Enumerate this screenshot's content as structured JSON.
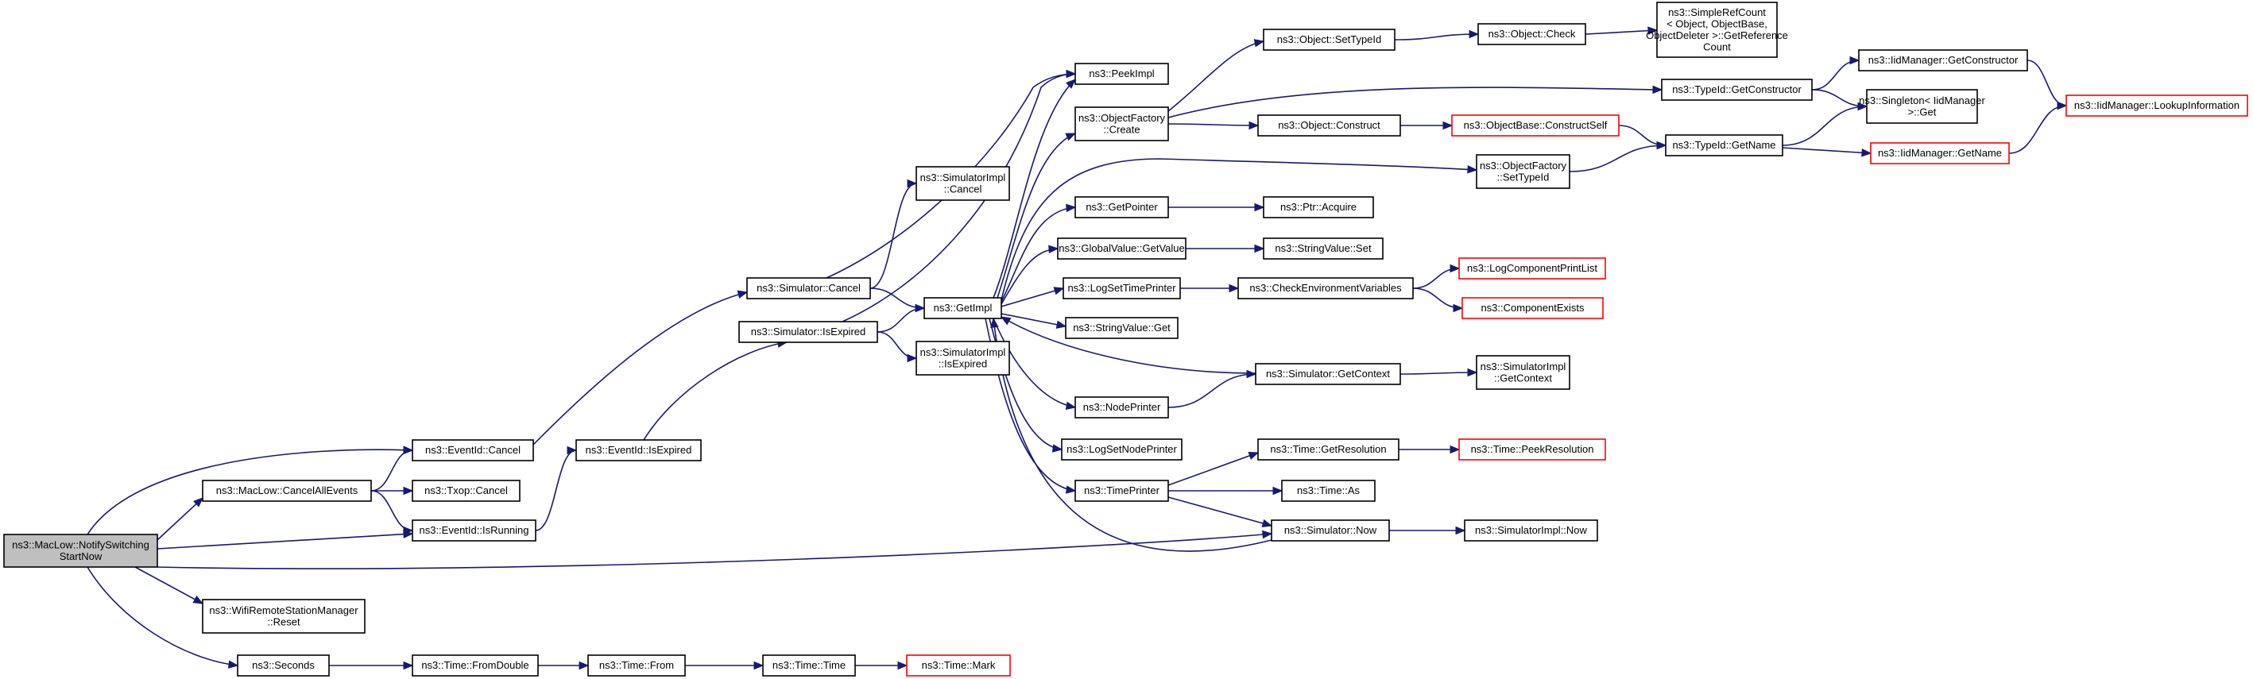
{
  "colors": {
    "edge": "#191970",
    "node_border": "#000000",
    "node_border_truncated": "#ff0000",
    "root_fill": "#bfbfbf",
    "node_fill": "#ffffff"
  },
  "nodes": [
    {
      "id": "root",
      "lines": [
        "ns3::MacLow::NotifySwitching",
        "StartNow"
      ],
      "style": "root"
    },
    {
      "id": "eventid_cancel",
      "lines": [
        "ns3::EventId::Cancel"
      ],
      "style": "normal"
    },
    {
      "id": "maclow_cancelall",
      "lines": [
        "ns3::MacLow::CancelAllEvents"
      ],
      "style": "normal"
    },
    {
      "id": "txop_cancel",
      "lines": [
        "ns3::Txop::Cancel"
      ],
      "style": "normal"
    },
    {
      "id": "eventid_isrunning",
      "lines": [
        "ns3::EventId::IsRunning"
      ],
      "style": "normal"
    },
    {
      "id": "eventid_isexpired",
      "lines": [
        "ns3::EventId::IsExpired"
      ],
      "style": "normal"
    },
    {
      "id": "wifi_reset",
      "lines": [
        "ns3::WifiRemoteStationManager",
        "::Reset"
      ],
      "style": "normal"
    },
    {
      "id": "seconds",
      "lines": [
        "ns3::Seconds"
      ],
      "style": "normal"
    },
    {
      "id": "time_fromdouble",
      "lines": [
        "ns3::Time::FromDouble"
      ],
      "style": "normal"
    },
    {
      "id": "time_from",
      "lines": [
        "ns3::Time::From"
      ],
      "style": "normal"
    },
    {
      "id": "time_time",
      "lines": [
        "ns3::Time::Time"
      ],
      "style": "normal"
    },
    {
      "id": "time_mark",
      "lines": [
        "ns3::Time::Mark"
      ],
      "style": "truncated"
    },
    {
      "id": "sim_cancel",
      "lines": [
        "ns3::Simulator::Cancel"
      ],
      "style": "normal"
    },
    {
      "id": "sim_isexpired",
      "lines": [
        "ns3::Simulator::IsExpired"
      ],
      "style": "normal"
    },
    {
      "id": "simimpl_cancel",
      "lines": [
        "ns3::SimulatorImpl",
        "::Cancel"
      ],
      "style": "normal"
    },
    {
      "id": "simimpl_isexpired",
      "lines": [
        "ns3::SimulatorImpl",
        "::IsExpired"
      ],
      "style": "normal"
    },
    {
      "id": "getimpl",
      "lines": [
        "ns3::GetImpl"
      ],
      "style": "normal"
    },
    {
      "id": "peekimpl",
      "lines": [
        "ns3::PeekImpl"
      ],
      "style": "normal"
    },
    {
      "id": "objfactory_create",
      "lines": [
        "ns3::ObjectFactory",
        "::Create"
      ],
      "style": "normal"
    },
    {
      "id": "getpointer",
      "lines": [
        "ns3::GetPointer"
      ],
      "style": "normal"
    },
    {
      "id": "globalvalue_getvalue",
      "lines": [
        "ns3::GlobalValue::GetValue"
      ],
      "style": "normal"
    },
    {
      "id": "logsettimeprinter",
      "lines": [
        "ns3::LogSetTimePrinter"
      ],
      "style": "normal"
    },
    {
      "id": "stringvalue_get",
      "lines": [
        "ns3::StringValue::Get"
      ],
      "style": "normal"
    },
    {
      "id": "nodeprinter",
      "lines": [
        "ns3::NodePrinter"
      ],
      "style": "normal"
    },
    {
      "id": "logsetnodeprinter",
      "lines": [
        "ns3::LogSetNodePrinter"
      ],
      "style": "normal"
    },
    {
      "id": "timeprinter",
      "lines": [
        "ns3::TimePrinter"
      ],
      "style": "normal"
    },
    {
      "id": "object_settypeid",
      "lines": [
        "ns3::Object::SetTypeId"
      ],
      "style": "normal"
    },
    {
      "id": "object_construct",
      "lines": [
        "ns3::Object::Construct"
      ],
      "style": "normal"
    },
    {
      "id": "objfactory_settypeid",
      "lines": [
        "ns3::ObjectFactory",
        "::SetTypeId"
      ],
      "style": "normal"
    },
    {
      "id": "ptr_acquire",
      "lines": [
        "ns3::Ptr::Acquire"
      ],
      "style": "normal"
    },
    {
      "id": "stringvalue_set",
      "lines": [
        "ns3::StringValue::Set"
      ],
      "style": "normal"
    },
    {
      "id": "checkenv",
      "lines": [
        "ns3::CheckEnvironmentVariables"
      ],
      "style": "normal"
    },
    {
      "id": "sim_getcontext",
      "lines": [
        "ns3::Simulator::GetContext"
      ],
      "style": "normal"
    },
    {
      "id": "time_getresolution",
      "lines": [
        "ns3::Time::GetResolution"
      ],
      "style": "normal"
    },
    {
      "id": "time_as",
      "lines": [
        "ns3::Time::As"
      ],
      "style": "normal"
    },
    {
      "id": "sim_now",
      "lines": [
        "ns3::Simulator::Now"
      ],
      "style": "normal"
    },
    {
      "id": "object_check",
      "lines": [
        "ns3::Object::Check"
      ],
      "style": "normal"
    },
    {
      "id": "objectbase_constructself",
      "lines": [
        "ns3::ObjectBase::ConstructSelf"
      ],
      "style": "truncated"
    },
    {
      "id": "logcomponentprintlist",
      "lines": [
        "ns3::LogComponentPrintList"
      ],
      "style": "truncated"
    },
    {
      "id": "componentexists",
      "lines": [
        "ns3::ComponentExists"
      ],
      "style": "truncated"
    },
    {
      "id": "simimpl_getcontext",
      "lines": [
        "ns3::SimulatorImpl",
        "::GetContext"
      ],
      "style": "normal"
    },
    {
      "id": "time_peekresolution",
      "lines": [
        "ns3::Time::PeekResolution"
      ],
      "style": "truncated"
    },
    {
      "id": "simimpl_now",
      "lines": [
        "ns3::SimulatorImpl::Now"
      ],
      "style": "normal"
    },
    {
      "id": "simplerefcount",
      "lines": [
        "ns3::SimpleRefCount",
        "< Object, ObjectBase,",
        " ObjectDeleter >::GetReference",
        "Count"
      ],
      "style": "normal"
    },
    {
      "id": "typeid_getconstructor",
      "lines": [
        "ns3::TypeId::GetConstructor"
      ],
      "style": "normal"
    },
    {
      "id": "typeid_getname",
      "lines": [
        "ns3::TypeId::GetName"
      ],
      "style": "normal"
    },
    {
      "id": "iidmanager_getconstructor",
      "lines": [
        "ns3::IidManager::GetConstructor"
      ],
      "style": "normal"
    },
    {
      "id": "singleton_get",
      "lines": [
        "ns3::Singleton< IidManager",
        " >::Get"
      ],
      "style": "normal"
    },
    {
      "id": "iidmanager_getname",
      "lines": [
        "ns3::IidManager::GetName"
      ],
      "style": "truncated"
    },
    {
      "id": "iidmanager_lookupinfo",
      "lines": [
        "ns3::IidManager::LookupInformation"
      ],
      "style": "truncated"
    }
  ],
  "edges": [
    [
      "root",
      "eventid_cancel"
    ],
    [
      "root",
      "maclow_cancelall"
    ],
    [
      "root",
      "eventid_isrunning"
    ],
    [
      "root",
      "sim_now"
    ],
    [
      "root",
      "wifi_reset"
    ],
    [
      "root",
      "seconds"
    ],
    [
      "maclow_cancelall",
      "eventid_cancel"
    ],
    [
      "maclow_cancelall",
      "txop_cancel"
    ],
    [
      "maclow_cancelall",
      "eventid_isrunning"
    ],
    [
      "eventid_cancel",
      "sim_cancel"
    ],
    [
      "eventid_isrunning",
      "eventid_isexpired"
    ],
    [
      "eventid_isexpired",
      "sim_isexpired"
    ],
    [
      "seconds",
      "time_fromdouble"
    ],
    [
      "time_fromdouble",
      "time_from"
    ],
    [
      "time_from",
      "time_time"
    ],
    [
      "time_time",
      "time_mark"
    ],
    [
      "sim_cancel",
      "simimpl_cancel"
    ],
    [
      "sim_cancel",
      "getimpl"
    ],
    [
      "sim_cancel",
      "peekimpl"
    ],
    [
      "sim_isexpired",
      "getimpl"
    ],
    [
      "sim_isexpired",
      "simimpl_isexpired"
    ],
    [
      "sim_isexpired",
      "peekimpl"
    ],
    [
      "getimpl",
      "peekimpl"
    ],
    [
      "getimpl",
      "objfactory_create"
    ],
    [
      "getimpl",
      "objfactory_settypeid"
    ],
    [
      "getimpl",
      "getpointer"
    ],
    [
      "getimpl",
      "globalvalue_getvalue"
    ],
    [
      "getimpl",
      "logsettimeprinter"
    ],
    [
      "getimpl",
      "stringvalue_get"
    ],
    [
      "getimpl",
      "nodeprinter"
    ],
    [
      "getimpl",
      "logsetnodeprinter"
    ],
    [
      "getimpl",
      "timeprinter"
    ],
    [
      "objfactory_create",
      "object_settypeid"
    ],
    [
      "objfactory_create",
      "object_construct"
    ],
    [
      "objfactory_create",
      "typeid_getconstructor"
    ],
    [
      "getpointer",
      "ptr_acquire"
    ],
    [
      "globalvalue_getvalue",
      "stringvalue_set"
    ],
    [
      "logsettimeprinter",
      "checkenv"
    ],
    [
      "nodeprinter",
      "sim_getcontext"
    ],
    [
      "timeprinter",
      "time_getresolution"
    ],
    [
      "timeprinter",
      "time_as"
    ],
    [
      "timeprinter",
      "sim_now"
    ],
    [
      "sim_getcontext",
      "getimpl"
    ],
    [
      "sim_getcontext",
      "simimpl_getcontext"
    ],
    [
      "sim_now",
      "getimpl"
    ],
    [
      "sim_now",
      "simimpl_now"
    ],
    [
      "object_settypeid",
      "object_check"
    ],
    [
      "object_check",
      "simplerefcount"
    ],
    [
      "object_construct",
      "objectbase_constructself"
    ],
    [
      "objectbase_constructself",
      "typeid_getname"
    ],
    [
      "objfactory_settypeid",
      "typeid_getname"
    ],
    [
      "checkenv",
      "logcomponentprintlist"
    ],
    [
      "checkenv",
      "componentexists"
    ],
    [
      "time_getresolution",
      "time_peekresolution"
    ],
    [
      "typeid_getconstructor",
      "iidmanager_getconstructor"
    ],
    [
      "typeid_getconstructor",
      "singleton_get"
    ],
    [
      "typeid_getname",
      "singleton_get"
    ],
    [
      "typeid_getname",
      "iidmanager_getname"
    ],
    [
      "iidmanager_getconstructor",
      "iidmanager_lookupinfo"
    ],
    [
      "iidmanager_getname",
      "iidmanager_lookupinfo"
    ]
  ]
}
